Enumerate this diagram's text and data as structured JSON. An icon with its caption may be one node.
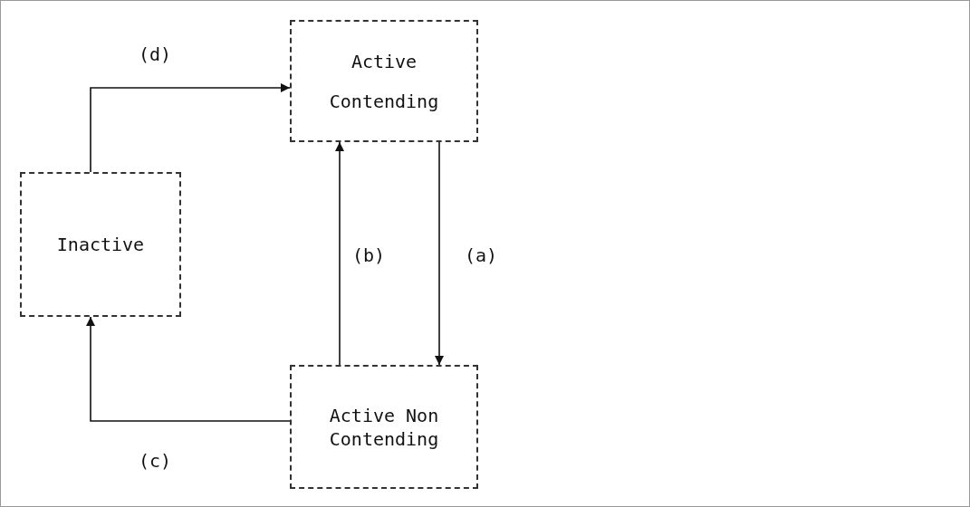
{
  "diagram": {
    "nodes": [
      {
        "text": [
          "Active Contending"
        ]
      },
      {
        "text": [
          "Inactive"
        ]
      },
      {
        "text": [
          "Active Non Contending"
        ]
      }
    ],
    "edges": [
      {
        "from": 1,
        "to": 0,
        "arrow": "to",
        "label": "(d)"
      },
      {
        "from": 2,
        "to": 0,
        "arrow": "to",
        "label": "(b)"
      },
      {
        "from": 0,
        "to": 2,
        "arrow": "to",
        "label": "(a)"
      },
      {
        "from": 2,
        "to": 1,
        "arrow": "to",
        "label": "(c)"
      }
    ]
  }
}
